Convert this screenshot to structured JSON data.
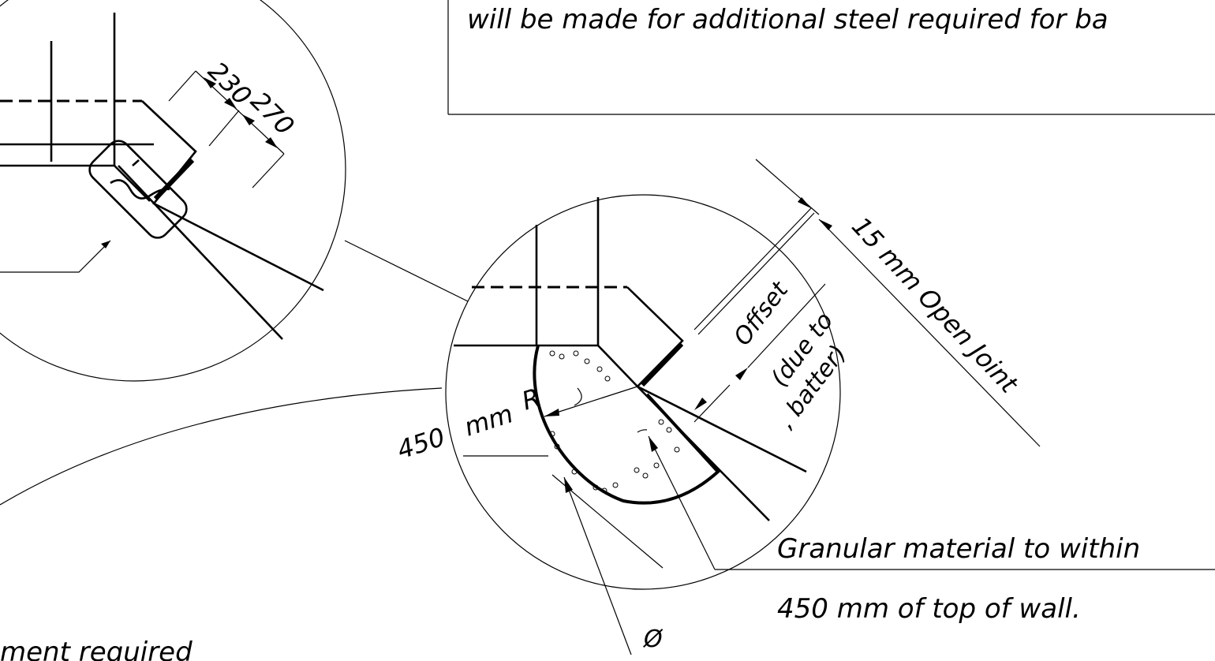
{
  "notes": {
    "top_line": "will be made for additional steel required for ba",
    "bottom_left": "ment required"
  },
  "detail_left": {
    "dim_a": "230",
    "dim_b": "270"
  },
  "detail_right": {
    "open_joint": "15 mm Open Joint",
    "offset": "Offset",
    "due_to": "(due to",
    "batter": ", batter)",
    "radius_value": "450",
    "radius_unit": "mm",
    "radius_symbol": "R",
    "diameter_symbol": "Ø"
  },
  "callout": {
    "line1": "Granular material to within",
    "line2": "450 mm of top of wall."
  }
}
